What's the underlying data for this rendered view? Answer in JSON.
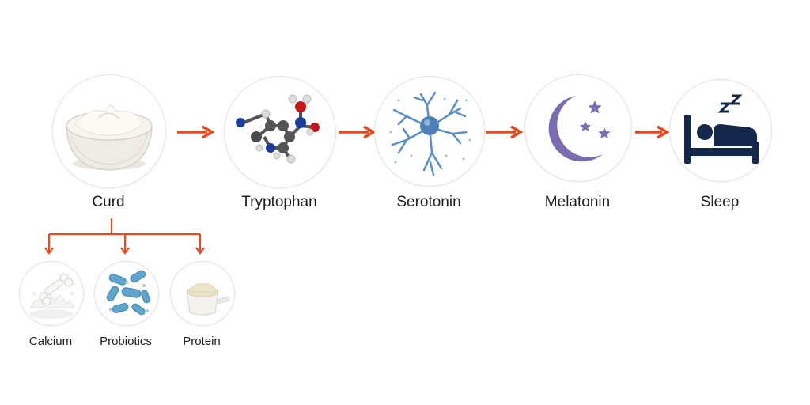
{
  "steps": [
    {
      "label": "Curd",
      "icon": "curd-bowl-icon"
    },
    {
      "label": "Tryptophan",
      "icon": "tryptophan-molecule-icon"
    },
    {
      "label": "Serotonin",
      "icon": "neuron-icon"
    },
    {
      "label": "Melatonin",
      "icon": "moon-stars-icon"
    },
    {
      "label": "Sleep",
      "icon": "sleeping-bed-icon"
    }
  ],
  "nutrients": [
    {
      "label": "Calcium",
      "icon": "milk-bone-icon"
    },
    {
      "label": "Probiotics",
      "icon": "bacteria-icon"
    },
    {
      "label": "Protein",
      "icon": "protein-powder-icon"
    }
  ],
  "colors": {
    "arrow": "#e8481c",
    "moon": "#7b6bb0",
    "neuron": "#5a8fc4",
    "bed": "#13284a",
    "probiotic": "#5fa6cf"
  }
}
